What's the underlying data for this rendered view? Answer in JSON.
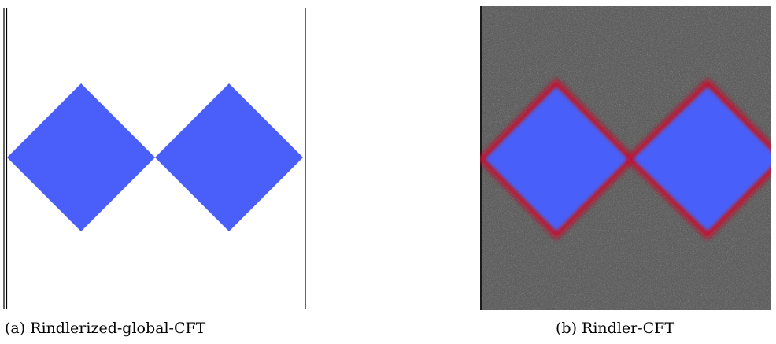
{
  "figure": {
    "panel_a": {
      "caption": "(a) Rindlerized-global-CFT",
      "diamond_color": "#4a5ffa",
      "boundary_color": "#000000"
    },
    "panel_b": {
      "caption": "(b) Rindler-CFT",
      "diamond_color": "#4a5ffa",
      "edge_glow_color": "#c8102e",
      "background_texture": "gravel-noise"
    }
  }
}
